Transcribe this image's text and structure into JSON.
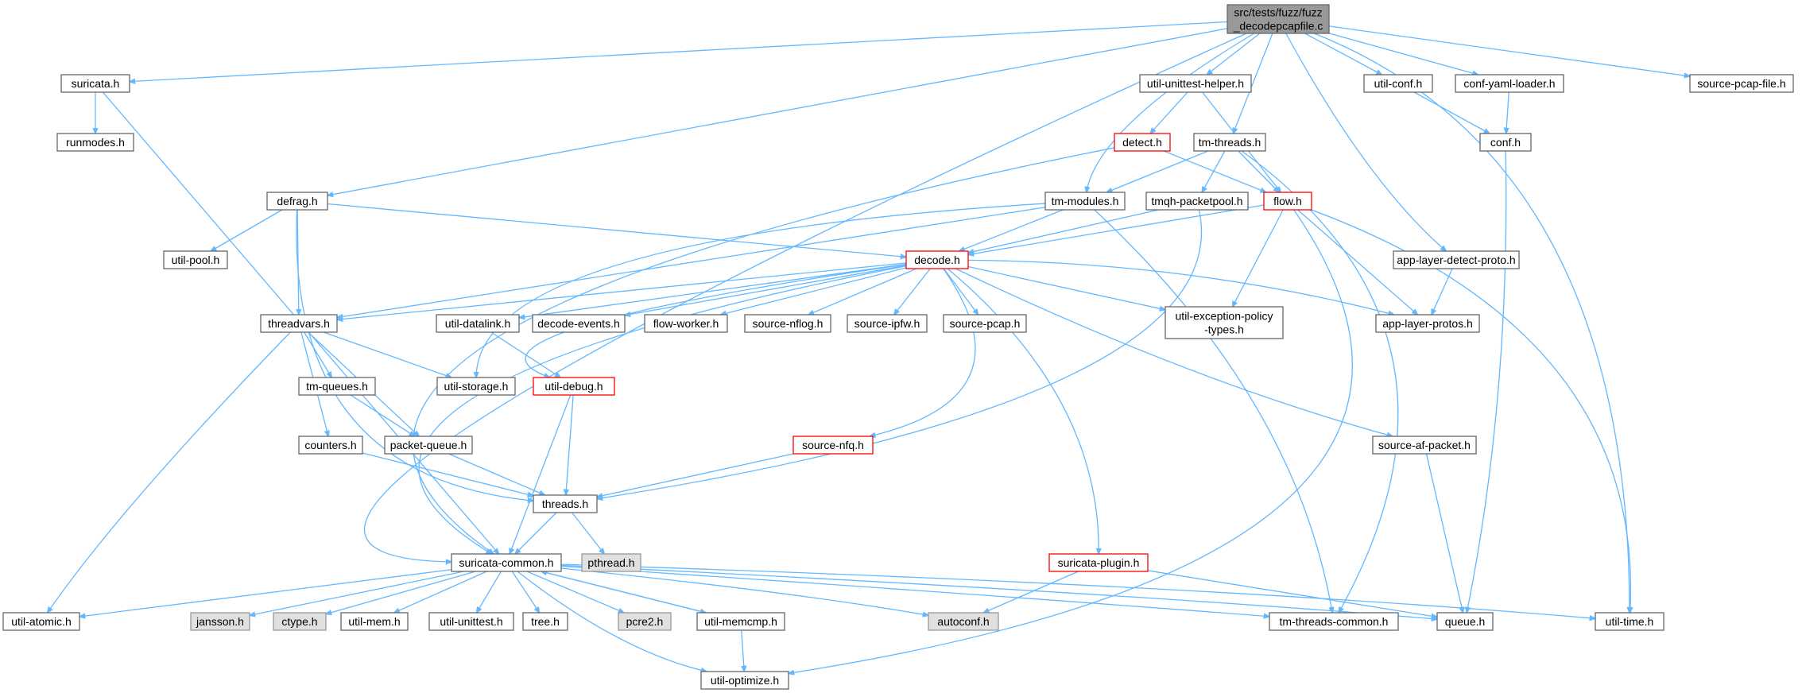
{
  "colors": {
    "edge": "#63b8ff",
    "node_border": "#666666",
    "node_fill": "#ffffff",
    "root_fill": "#999999",
    "external_fill": "#e0e0e0",
    "external_border": "#999999",
    "highlight_border": "#ff0000",
    "text": "#000000"
  },
  "nodes": [
    {
      "id": "root",
      "lines": [
        "src/tests/fuzz/fuzz",
        "_decodepcapfile.c"
      ],
      "style": "root"
    },
    {
      "id": "suricata",
      "lines": [
        "suricata.h"
      ],
      "style": "normal"
    },
    {
      "id": "runmodes",
      "lines": [
        "runmodes.h"
      ],
      "style": "normal"
    },
    {
      "id": "unittest_helper",
      "lines": [
        "util-unittest-helper.h"
      ],
      "style": "normal"
    },
    {
      "id": "util_conf",
      "lines": [
        "util-conf.h"
      ],
      "style": "normal"
    },
    {
      "id": "conf_yaml",
      "lines": [
        "conf-yaml-loader.h"
      ],
      "style": "normal"
    },
    {
      "id": "source_pcap_file",
      "lines": [
        "source-pcap-file.h"
      ],
      "style": "normal"
    },
    {
      "id": "detect",
      "lines": [
        "detect.h"
      ],
      "style": "highlight"
    },
    {
      "id": "tm_threads",
      "lines": [
        "tm-threads.h"
      ],
      "style": "normal"
    },
    {
      "id": "conf",
      "lines": [
        "conf.h"
      ],
      "style": "normal"
    },
    {
      "id": "defrag",
      "lines": [
        "defrag.h"
      ],
      "style": "normal"
    },
    {
      "id": "tm_modules",
      "lines": [
        "tm-modules.h"
      ],
      "style": "normal"
    },
    {
      "id": "tmqh",
      "lines": [
        "tmqh-packetpool.h"
      ],
      "style": "normal"
    },
    {
      "id": "flow",
      "lines": [
        "flow.h"
      ],
      "style": "highlight"
    },
    {
      "id": "util_pool",
      "lines": [
        "util-pool.h"
      ],
      "style": "normal"
    },
    {
      "id": "decode",
      "lines": [
        "decode.h"
      ],
      "style": "highlight"
    },
    {
      "id": "app_detect",
      "lines": [
        "app-layer-detect-proto.h"
      ],
      "style": "normal"
    },
    {
      "id": "threadvars",
      "lines": [
        "threadvars.h"
      ],
      "style": "normal"
    },
    {
      "id": "util_datalink",
      "lines": [
        "util-datalink.h"
      ],
      "style": "normal"
    },
    {
      "id": "decode_events",
      "lines": [
        "decode-events.h"
      ],
      "style": "normal"
    },
    {
      "id": "flow_worker",
      "lines": [
        "flow-worker.h"
      ],
      "style": "normal"
    },
    {
      "id": "source_nflog",
      "lines": [
        "source-nflog.h"
      ],
      "style": "normal"
    },
    {
      "id": "source_ipfw",
      "lines": [
        "source-ipfw.h"
      ],
      "style": "normal"
    },
    {
      "id": "source_pcap",
      "lines": [
        "source-pcap.h"
      ],
      "style": "normal"
    },
    {
      "id": "util_exception",
      "lines": [
        "util-exception-policy",
        "-types.h"
      ],
      "style": "normal"
    },
    {
      "id": "app_protos",
      "lines": [
        "app-layer-protos.h"
      ],
      "style": "normal"
    },
    {
      "id": "tm_queues",
      "lines": [
        "tm-queues.h"
      ],
      "style": "normal"
    },
    {
      "id": "util_storage",
      "lines": [
        "util-storage.h"
      ],
      "style": "normal"
    },
    {
      "id": "util_debug",
      "lines": [
        "util-debug.h"
      ],
      "style": "highlight"
    },
    {
      "id": "counters",
      "lines": [
        "counters.h"
      ],
      "style": "normal"
    },
    {
      "id": "packet_queue",
      "lines": [
        "packet-queue.h"
      ],
      "style": "normal"
    },
    {
      "id": "source_nfq",
      "lines": [
        "source-nfq.h"
      ],
      "style": "highlight"
    },
    {
      "id": "source_af_packet",
      "lines": [
        "source-af-packet.h"
      ],
      "style": "normal"
    },
    {
      "id": "threads",
      "lines": [
        "threads.h"
      ],
      "style": "normal"
    },
    {
      "id": "suricata_common",
      "lines": [
        "suricata-common.h"
      ],
      "style": "normal"
    },
    {
      "id": "pthread",
      "lines": [
        "pthread.h"
      ],
      "style": "external"
    },
    {
      "id": "suricata_plugin",
      "lines": [
        "suricata-plugin.h"
      ],
      "style": "highlight"
    },
    {
      "id": "util_atomic",
      "lines": [
        "util-atomic.h"
      ],
      "style": "normal"
    },
    {
      "id": "jansson",
      "lines": [
        "jansson.h"
      ],
      "style": "external"
    },
    {
      "id": "ctype",
      "lines": [
        "ctype.h"
      ],
      "style": "external"
    },
    {
      "id": "util_mem",
      "lines": [
        "util-mem.h"
      ],
      "style": "normal"
    },
    {
      "id": "util_unittest",
      "lines": [
        "util-unittest.h"
      ],
      "style": "normal"
    },
    {
      "id": "tree",
      "lines": [
        "tree.h"
      ],
      "style": "normal"
    },
    {
      "id": "pcre2",
      "lines": [
        "pcre2.h"
      ],
      "style": "external"
    },
    {
      "id": "util_memcmp",
      "lines": [
        "util-memcmp.h"
      ],
      "style": "normal"
    },
    {
      "id": "autoconf",
      "lines": [
        "autoconf.h"
      ],
      "style": "external"
    },
    {
      "id": "tm_threads_common",
      "lines": [
        "tm-threads-common.h"
      ],
      "style": "normal"
    },
    {
      "id": "queue",
      "lines": [
        "queue.h"
      ],
      "style": "normal"
    },
    {
      "id": "util_time",
      "lines": [
        "util-time.h"
      ],
      "style": "normal"
    },
    {
      "id": "util_optimize",
      "lines": [
        "util-optimize.h"
      ],
      "style": "normal"
    }
  ],
  "edges": [
    [
      "root",
      "suricata"
    ],
    [
      "root",
      "unittest_helper"
    ],
    [
      "root",
      "util_conf"
    ],
    [
      "root",
      "conf_yaml"
    ],
    [
      "root",
      "source_pcap_file"
    ],
    [
      "root",
      "tm_threads"
    ],
    [
      "root",
      "defrag"
    ],
    [
      "root",
      "tm_modules"
    ],
    [
      "root",
      "app_detect"
    ],
    [
      "root",
      "suricata_common"
    ],
    [
      "root",
      "util_time"
    ],
    [
      "suricata",
      "runmodes"
    ],
    [
      "suricata",
      "suricata_common"
    ],
    [
      "unittest_helper",
      "detect"
    ],
    [
      "unittest_helper",
      "flow"
    ],
    [
      "util_conf",
      "conf"
    ],
    [
      "conf_yaml",
      "conf"
    ],
    [
      "conf",
      "queue"
    ],
    [
      "detect",
      "flow"
    ],
    [
      "detect",
      "suricata_common"
    ],
    [
      "tm_threads",
      "tm_modules"
    ],
    [
      "tm_threads",
      "tmqh"
    ],
    [
      "tm_threads",
      "flow"
    ],
    [
      "tm_threads",
      "tm_threads_common"
    ],
    [
      "defrag",
      "util_pool"
    ],
    [
      "defrag",
      "threadvars"
    ],
    [
      "defrag",
      "decode"
    ],
    [
      "defrag",
      "threads"
    ],
    [
      "tm_modules",
      "threadvars"
    ],
    [
      "tm_modules",
      "decode"
    ],
    [
      "tm_modules",
      "util_storage"
    ],
    [
      "tm_modules",
      "tm_threads_common"
    ],
    [
      "tmqh",
      "decode"
    ],
    [
      "tmqh",
      "threads"
    ],
    [
      "flow",
      "decode"
    ],
    [
      "flow",
      "util_exception"
    ],
    [
      "flow",
      "app_protos"
    ],
    [
      "flow",
      "util_time"
    ],
    [
      "flow",
      "util_optimize"
    ],
    [
      "app_detect",
      "app_protos"
    ],
    [
      "decode",
      "threadvars"
    ],
    [
      "decode",
      "util_datalink"
    ],
    [
      "decode",
      "decode_events"
    ],
    [
      "decode",
      "flow_worker"
    ],
    [
      "decode",
      "source_nflog"
    ],
    [
      "decode",
      "source_ipfw"
    ],
    [
      "decode",
      "source_pcap"
    ],
    [
      "decode",
      "util_exception"
    ],
    [
      "decode",
      "app_protos"
    ],
    [
      "decode",
      "util_debug"
    ],
    [
      "decode",
      "source_nfq"
    ],
    [
      "decode",
      "source_af_packet"
    ],
    [
      "decode",
      "suricata_plugin"
    ],
    [
      "decode",
      "suricata_common"
    ],
    [
      "threadvars",
      "tm_queues"
    ],
    [
      "threadvars",
      "util_storage"
    ],
    [
      "threadvars",
      "counters"
    ],
    [
      "threadvars",
      "packet_queue"
    ],
    [
      "threadvars",
      "util_atomic"
    ],
    [
      "util_datalink",
      "util_debug"
    ],
    [
      "tm_queues",
      "packet_queue"
    ],
    [
      "util_debug",
      "threads"
    ],
    [
      "util_debug",
      "suricata_common"
    ],
    [
      "counters",
      "threads"
    ],
    [
      "packet_queue",
      "threads"
    ],
    [
      "source_nfq",
      "threads"
    ],
    [
      "source_af_packet",
      "queue"
    ],
    [
      "threads",
      "suricata_common"
    ],
    [
      "threads",
      "pthread"
    ],
    [
      "suricata_plugin",
      "autoconf"
    ],
    [
      "suricata_plugin",
      "queue"
    ],
    [
      "suricata_common",
      "util_atomic"
    ],
    [
      "suricata_common",
      "jansson"
    ],
    [
      "suricata_common",
      "ctype"
    ],
    [
      "suricata_common",
      "util_mem"
    ],
    [
      "suricata_common",
      "util_unittest"
    ],
    [
      "suricata_common",
      "tree"
    ],
    [
      "suricata_common",
      "pcre2"
    ],
    [
      "suricata_common",
      "util_memcmp"
    ],
    [
      "suricata_common",
      "autoconf"
    ],
    [
      "suricata_common",
      "tm_threads_common"
    ],
    [
      "suricata_common",
      "queue"
    ],
    [
      "suricata_common",
      "util_time"
    ],
    [
      "suricata_common",
      "util_optimize"
    ],
    [
      "util_memcmp",
      "suricata_common"
    ],
    [
      "util_memcmp",
      "util_optimize"
    ]
  ]
}
